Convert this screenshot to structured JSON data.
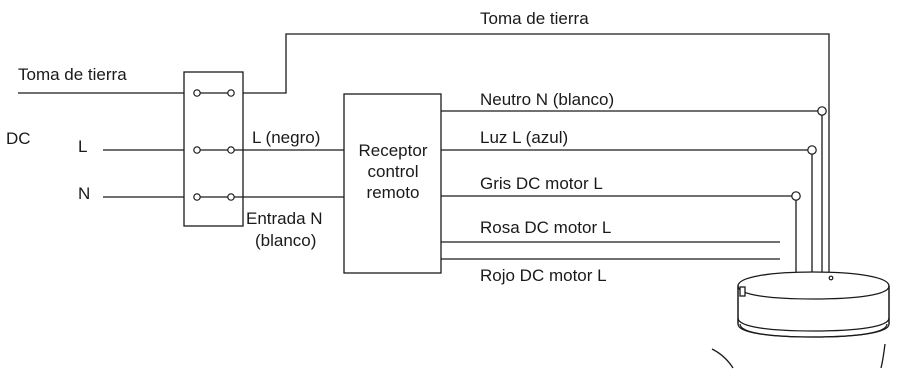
{
  "labels": {
    "ground_top": "Toma de tierra",
    "ground_left": "Toma de tierra",
    "dc": "DC",
    "input_l": "L",
    "input_n": "N",
    "l_black": "L (negro)",
    "n_white_1": "Entrada N",
    "n_white_2": "(blanco)",
    "receiver_1": "Receptor",
    "receiver_2": "control",
    "receiver_3": "remoto",
    "out_neutral": "Neutro N (blanco)",
    "out_light": "Luz L (azul)",
    "out_gray": "Gris DC motor L",
    "out_pink": "Rosa DC motor L",
    "out_red": "Rojo DC motor L"
  },
  "colors": {
    "line": "#1a1a1a",
    "background": "#ffffff"
  }
}
